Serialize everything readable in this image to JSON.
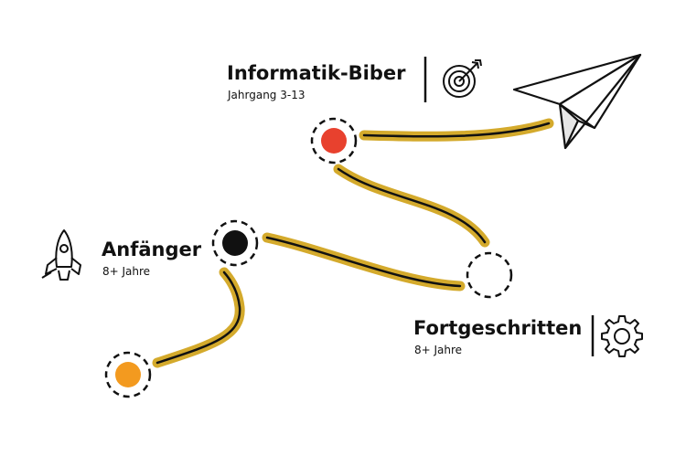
{
  "levels": [
    {
      "id": "informatik-biber",
      "title": "Informatik-Biber",
      "subtitle": "Jahrgang 3-13",
      "icon": "target-icon"
    },
    {
      "id": "anfaenger",
      "title": "Anfänger",
      "subtitle": "8+ Jahre",
      "icon": "rocket-icon"
    },
    {
      "id": "fortgeschritten",
      "title": "Fortgeschritten",
      "subtitle": "8+ Jahre",
      "icon": "gear-icon"
    }
  ],
  "end_icon": "paper-plane-icon",
  "colors": {
    "path_highlight": "#D4AA2C",
    "path_line": "#111111",
    "node_start": "#F39A1F",
    "node_anfaenger": "#111111",
    "node_fortgeschritten": "#FFFFFF",
    "node_biber": "#E8412E"
  }
}
